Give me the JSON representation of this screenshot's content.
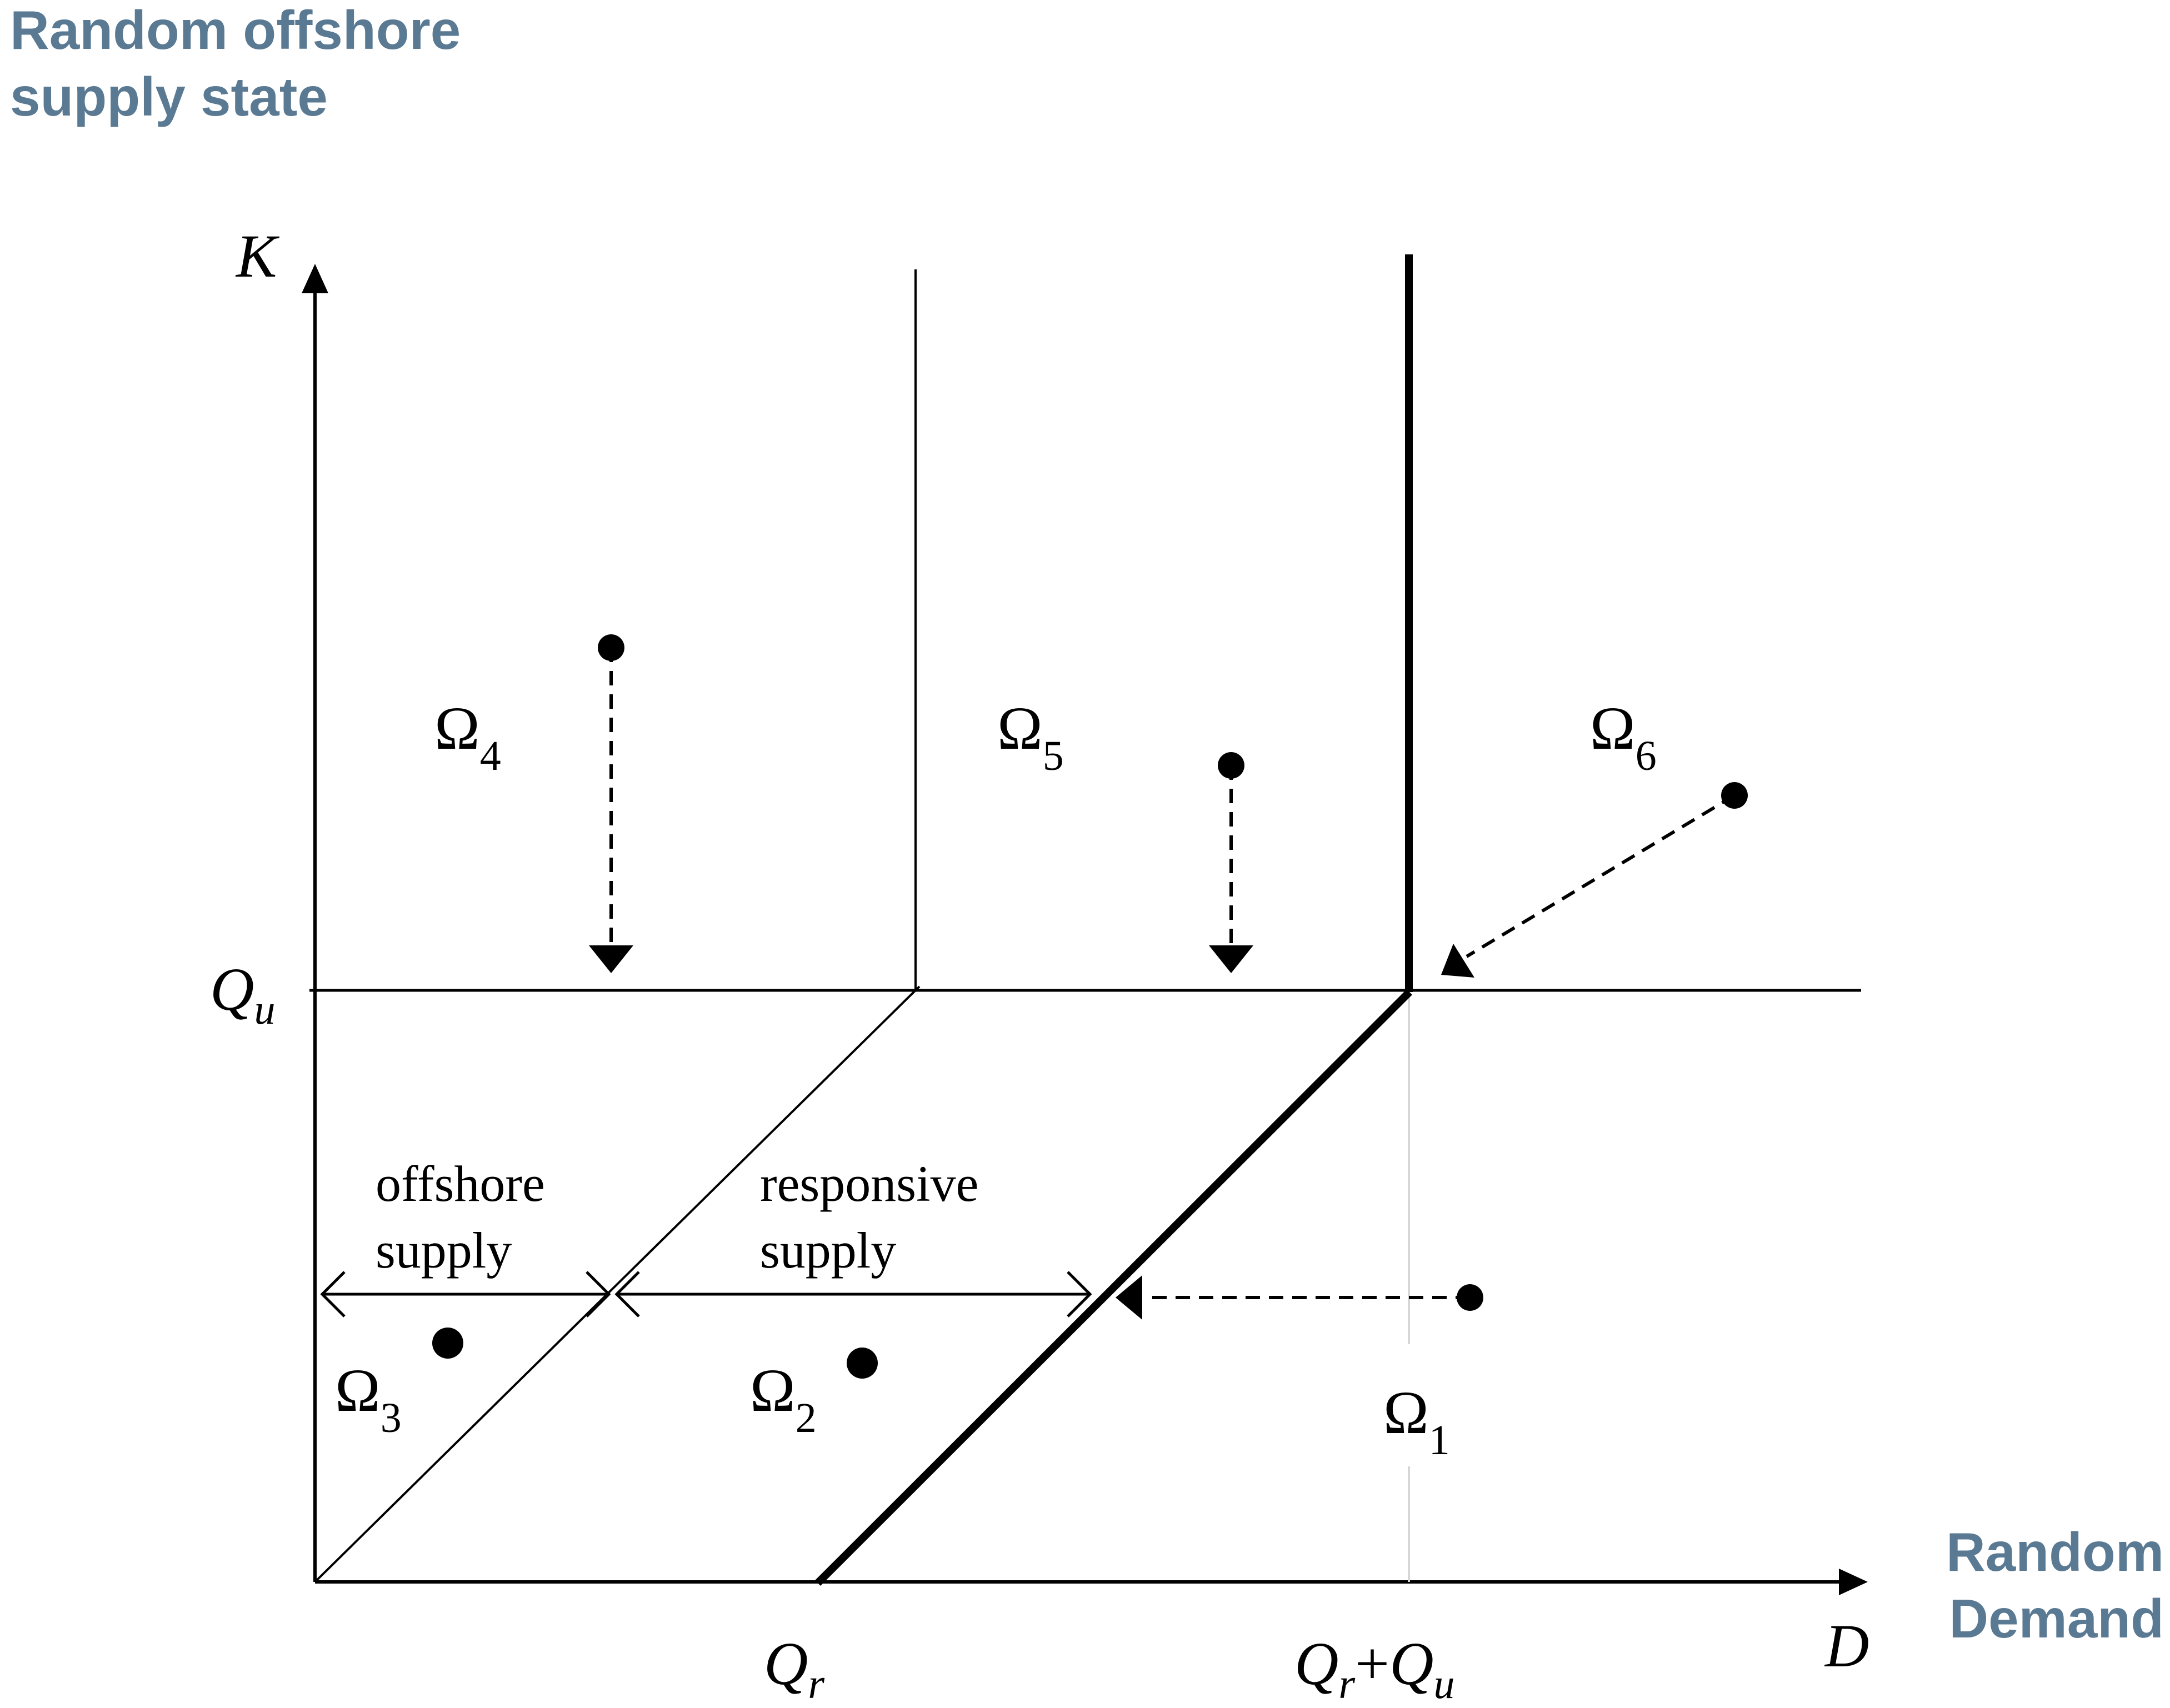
{
  "corner_labels": {
    "top_left_line1": "Random offshore",
    "top_left_line2": "supply state",
    "bottom_right_line1": "Random",
    "bottom_right_line2": "Demand"
  },
  "axes": {
    "y_label": "K",
    "x_label": "D",
    "qu_main": "Q",
    "qu_sub": "u",
    "qr_main": "Q",
    "qr_sub": "r",
    "sum_q1": "Q",
    "sum_r": "r",
    "sum_plus": "+",
    "sum_q2": "Q",
    "sum_u": "u"
  },
  "regions": {
    "omega": "Ω",
    "omega4_sub": "4",
    "omega5_sub": "5",
    "omega6_sub": "6",
    "omega3_sub": "3",
    "omega2_sub": "2",
    "omega1_sub": "1"
  },
  "annotations": {
    "offshore_line1": "offshore",
    "offshore_line2": "supply",
    "responsive_line1": "responsive",
    "responsive_line2": "supply"
  },
  "colors": {
    "corner_label": "#5a7a94",
    "lines": "#000000",
    "faint_line": "#d6d6d6"
  }
}
